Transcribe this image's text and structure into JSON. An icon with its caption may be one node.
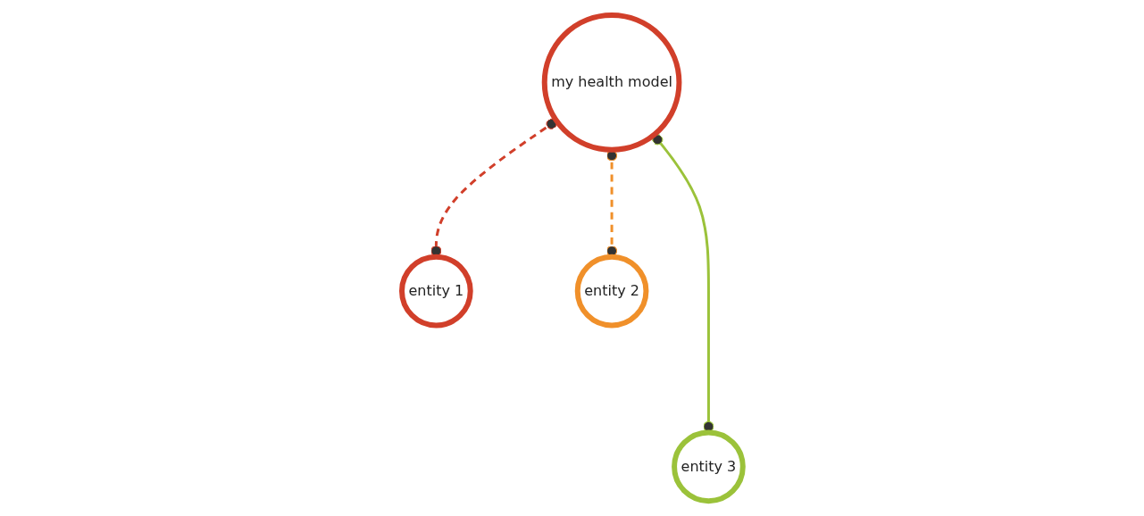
{
  "diagram": {
    "nodes": [
      {
        "text": [
          "my health model"
        ]
      },
      {
        "text": [
          "entity 1"
        ]
      },
      {
        "text": [
          "entity 2"
        ]
      },
      {
        "text": [
          "entity 3"
        ]
      }
    ],
    "edges": [
      {
        "from": 0,
        "to": 1,
        "arrow": "other",
        "style": "dashed",
        "color": "#d13f2a"
      },
      {
        "from": 0,
        "to": 2,
        "arrow": "other",
        "style": "dashed",
        "color": "#f0902a"
      },
      {
        "from": 0,
        "to": 3,
        "arrow": "other",
        "color": "#9bc23a"
      }
    ]
  }
}
